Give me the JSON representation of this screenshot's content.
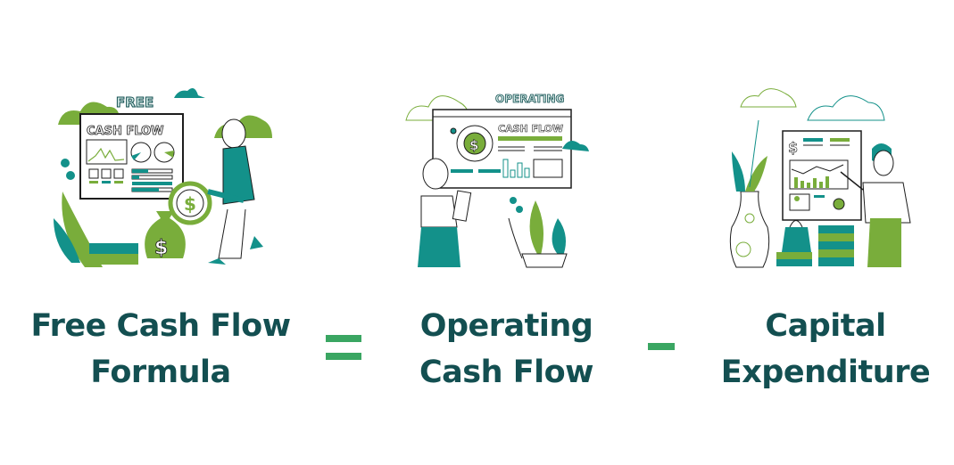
{
  "formula": {
    "result": {
      "line1": "Free Cash Flow",
      "line2": "Formula"
    },
    "equals_sign": "=",
    "term1": {
      "line1": "Operating",
      "line2": "Cash Flow"
    },
    "minus_sign": "-",
    "term2": {
      "line1": "Capital",
      "line2": "Expenditure"
    }
  },
  "illustrations": {
    "free_cash_flow": {
      "badge": "FREE",
      "screen_title": "CASH FLOW"
    },
    "operating_cash_flow": {
      "badge": "OPERATING",
      "screen_title": "CASH FLOW"
    },
    "capital_expenditure": {
      "symbol": "$"
    }
  },
  "colors": {
    "text_dark_teal": "#134f51",
    "operator_green": "#3aa662",
    "teal": "#13918a",
    "green": "#79ad3b",
    "outline": "#1d1d1d"
  }
}
